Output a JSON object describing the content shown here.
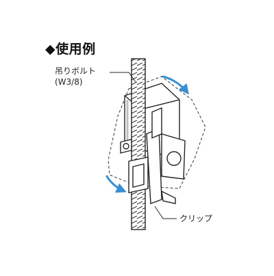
{
  "title": "◆使用例",
  "labels": {
    "bolt_line1": "吊りボルト",
    "bolt_line2": "(W3/8)",
    "clip": "クリップ"
  },
  "colors": {
    "line": "#222222",
    "arrow": "#3a8fd0",
    "shade": "#bfbfbf"
  }
}
